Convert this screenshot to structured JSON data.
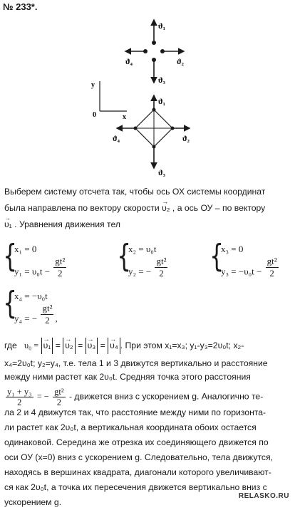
{
  "problem": {
    "number": "№ 233*."
  },
  "diagram1": {
    "labels": {
      "v1": "ϑ₁",
      "v2": "ϑ₂",
      "v3": "ϑ₃",
      "v4": "ϑ₄"
    }
  },
  "diagram2": {
    "axis_y": "y",
    "axis_x": "x",
    "origin": "0",
    "labels": {
      "v1": "ϑ₁",
      "v2": "ϑ₂",
      "v3": "ϑ₃",
      "v4": "ϑ₄"
    }
  },
  "text": {
    "p1_line1": "Выберем систему отсчета так, чтобы ось ОХ системы координат",
    "p1_line2a": "была направлена по вектору скорости ",
    "p1_vec2": "υ₂",
    "p1_line2b": " , а ось ОУ – по вектору",
    "p1_vec1": "υ₁",
    "p1_line3": " . Уравнения движения тел"
  },
  "systems": {
    "s1": {
      "a": "x₁ = 0",
      "b1": "y₁ = υ₀t −",
      "num": "gt²",
      "den": "2"
    },
    "s2": {
      "a": "x₂ = υ₀t",
      "b1": "y₂ = −",
      "num": "gt²",
      "den": "2"
    },
    "s3": {
      "a": "x₃ = 0",
      "b1": "y₃ = −υ₀t −",
      "num": "gt²",
      "den": "2"
    },
    "s4": {
      "a": "x₄ = −υ₀t",
      "b1": "y₄ = −",
      "num": "gt²",
      "den": "2",
      "tail": ","
    }
  },
  "para2": {
    "where": "где",
    "v0eq": "υ₀ =",
    "v1": "υ₁",
    "v2": "υ₂",
    "v3": "υ₃",
    "v4": "υ₄",
    "eq": "=",
    "rest": ". При этом x₁=x₃;  y₁-y₃=2υ₀t;  x₂-",
    "line2": "x₄=2υ₀t;  y₂=y₄, т.е. тела 1 и 3 движутся вертикально и расстояние",
    "line3": "между ними растет как 2υ₀t. Средняя точка этого расстояния",
    "frac_num": "y₁ + y₃",
    "frac_den": "2",
    "frac_eq": "= −",
    "frac2_num": "gt²",
    "frac2_den": "2",
    "line4": " - движется вниз с ускорением g. Аналогично те-",
    "line5": "ла 2 и 4 движутся так, что расстояние между ними по горизонта-",
    "line6": "ли растет как 2υ₀t, а вертикальная координата обоих остается",
    "line7": "одинаковой. Середина же отрезка их соединяющего движется по",
    "line8": "оси ОУ (x=0) вниз с ускорением g. Следовательно, тела движутся,",
    "line9": "находясь в вершинах квадрата, диагонали которого увеличивают-",
    "line10": "ся как 2υ₀t, а точка их пересечения движется вертикально вниз с",
    "line11": "ускорением g."
  },
  "watermark": "RELASKO.RU"
}
